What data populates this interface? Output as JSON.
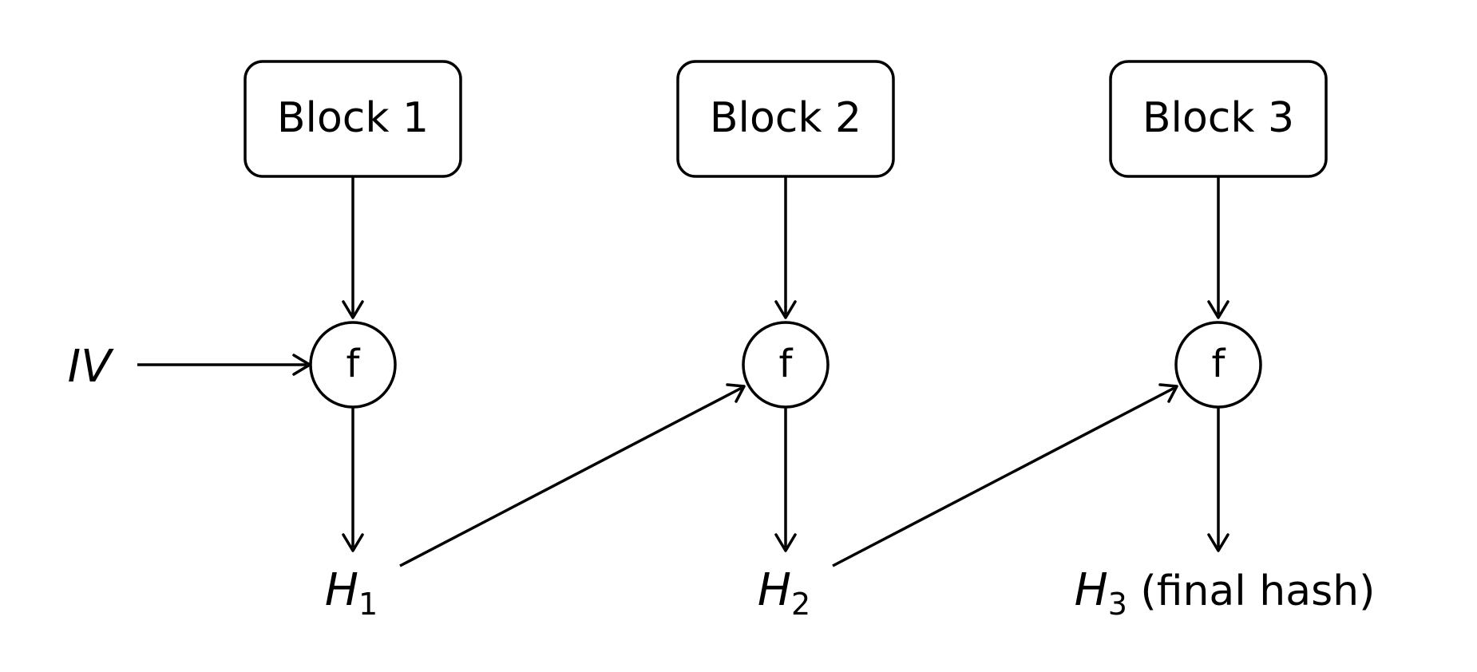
{
  "blocks": [
    {
      "label": "Block 1"
    },
    {
      "label": "Block 2"
    },
    {
      "label": "Block 3"
    }
  ],
  "compression_nodes": [
    {
      "label": "f"
    },
    {
      "label": "f"
    },
    {
      "label": "f"
    }
  ],
  "initial_vector": {
    "label": "IV"
  },
  "outputs": [
    {
      "base": "H",
      "subscript": "1",
      "suffix": ""
    },
    {
      "base": "H",
      "subscript": "2",
      "suffix": ""
    },
    {
      "base": "H",
      "subscript": "3",
      "suffix": " (final hash)"
    }
  ],
  "colors": {
    "stroke": "#000000",
    "background": "#ffffff"
  }
}
